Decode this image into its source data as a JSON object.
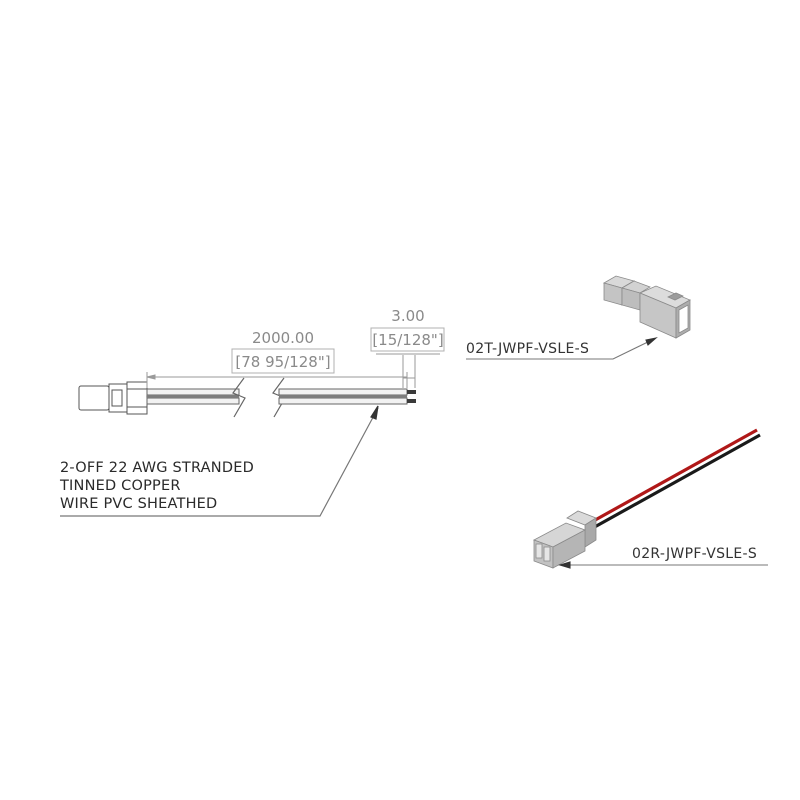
{
  "drawing": {
    "cable_assembly": {
      "length_dimension": {
        "metric": "2000.00",
        "imperial": "[78 95/128\"]"
      },
      "strip_dimension": {
        "metric": "3.00",
        "imperial": "[15/128\"]"
      },
      "wire_note": {
        "line1": "2-OFF 22 AWG STRANDED",
        "line2": "TINNED COPPER",
        "line3": "WIRE PVC SHEATHED"
      }
    },
    "parts": [
      {
        "label": "02T-JWPF-VSLE-S",
        "view": "plug housing (isometric)"
      },
      {
        "label": "02R-JWPF-VSLE-S",
        "view": "receptacle with leads (isometric)"
      }
    ],
    "colors": {
      "line": "#555555",
      "dimension": "#8a8a8a",
      "housing_light": "#d6d6d6",
      "housing_mid": "#b9b9b9",
      "housing_dark": "#9a9a9a",
      "wire_red": "#b01818",
      "wire_black": "#1a1a1a"
    }
  }
}
